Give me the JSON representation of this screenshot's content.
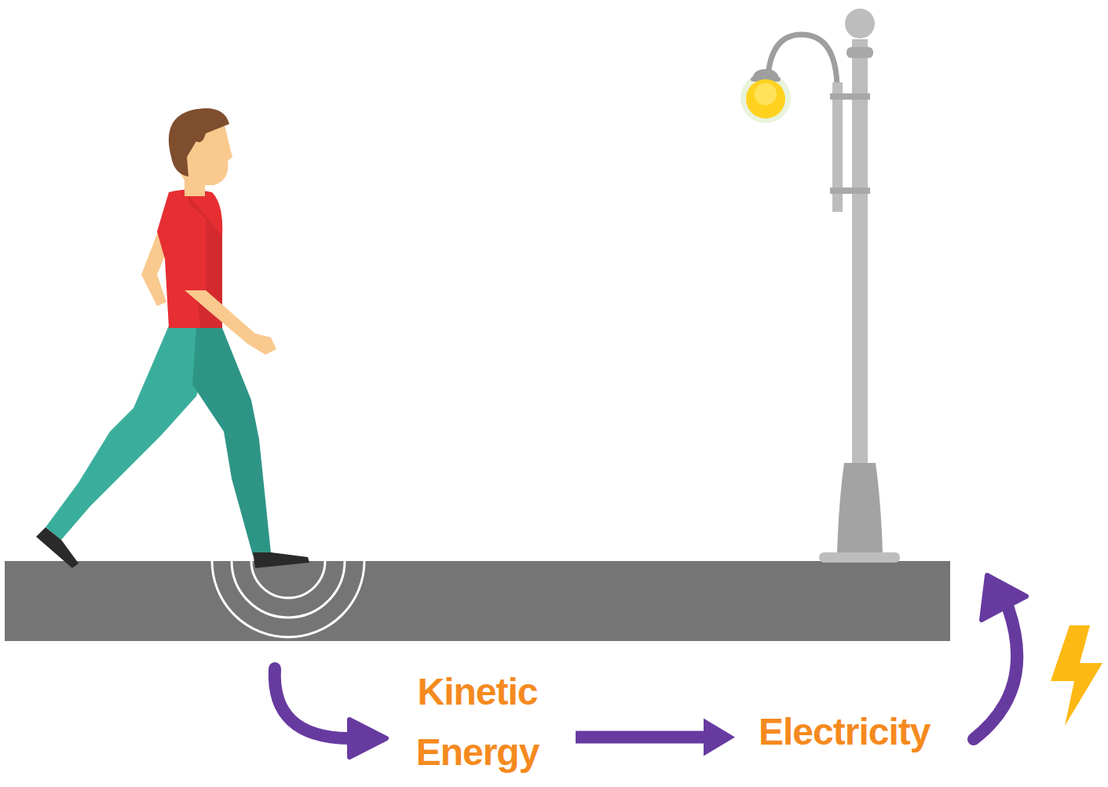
{
  "diagram": {
    "nodes": [
      {
        "text": [
          "Kinetic Energy"
        ]
      },
      {
        "text": [
          "Electricity"
        ]
      }
    ],
    "edges": [
      {
        "from": 0,
        "to": 1,
        "arrow": "to"
      }
    ]
  }
}
